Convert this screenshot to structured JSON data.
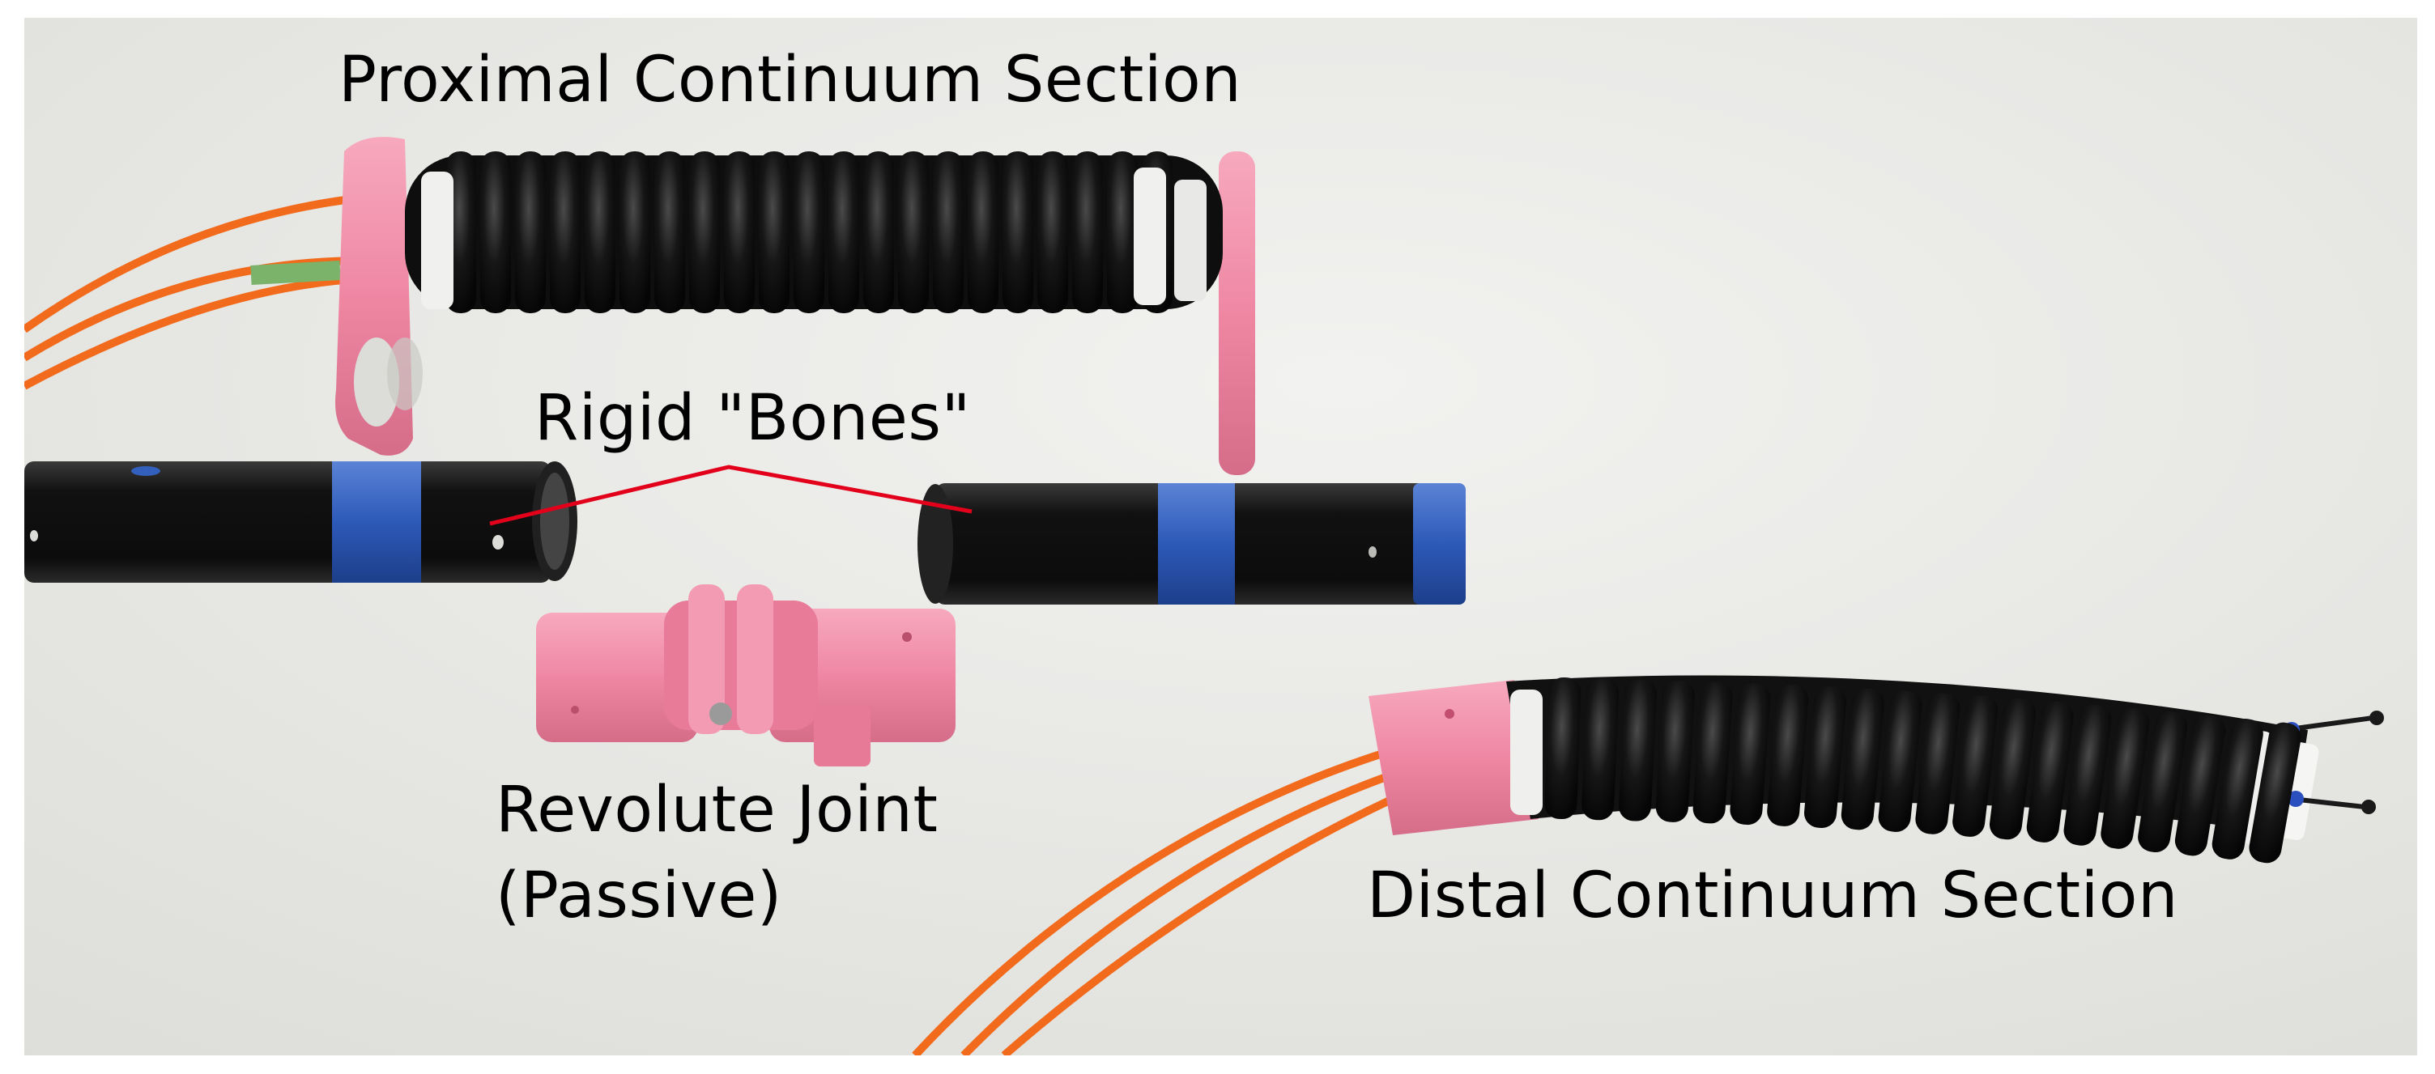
{
  "labels": {
    "proximal": "Proximal Continuum Section",
    "bones": "Rigid \"Bones\"",
    "joint_line1": "Revolute Joint",
    "joint_line2": "(Passive)",
    "distal": "Distal Continuum Section"
  },
  "colors": {
    "background": "#e8e8e4",
    "pink_plastic": "#f08aa6",
    "black_segment": "#1a1a1a",
    "blue_tape": "#2f5fbf",
    "orange_tube": "#f26a1b",
    "red_callout": "#e3001b"
  }
}
